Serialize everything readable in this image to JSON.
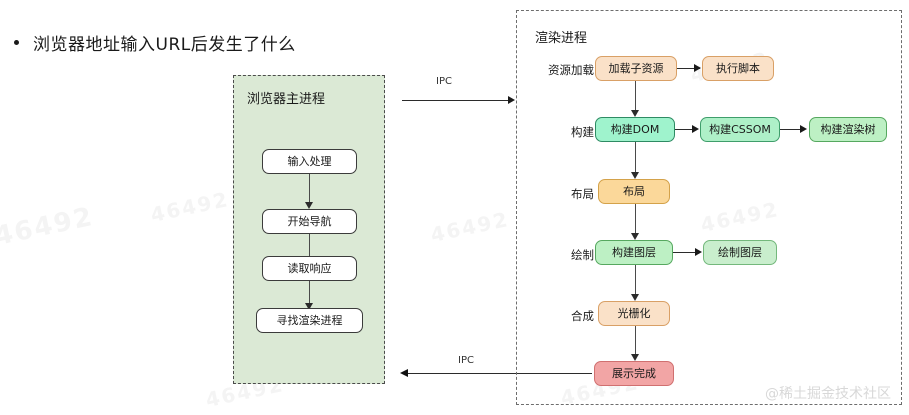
{
  "heading": {
    "bullet": "•",
    "text": "浏览器地址输入URL后发生了什么"
  },
  "browser_process": {
    "title": "浏览器主进程",
    "nodes": [
      {
        "label": "输入处理"
      },
      {
        "label": "开始导航"
      },
      {
        "label": "读取响应"
      },
      {
        "label": "寻找渲染进程"
      }
    ]
  },
  "render_process": {
    "title": "渲染进程",
    "rows": [
      {
        "label": "资源加载",
        "nodes": [
          "加载子资源",
          "执行脚本"
        ]
      },
      {
        "label": "构建",
        "nodes": [
          "构建DOM",
          "构建CSSOM",
          "构建渲染树"
        ]
      },
      {
        "label": "布局",
        "nodes": [
          "布局"
        ]
      },
      {
        "label": "绘制",
        "nodes": [
          "构建图层",
          "绘制图层"
        ]
      },
      {
        "label": "合成",
        "nodes": [
          "光栅化"
        ]
      }
    ],
    "final_node": "展示完成"
  },
  "connectors": {
    "ipc_top": "IPC",
    "ipc_bottom": "IPC"
  },
  "watermarks": {
    "number": "46492",
    "footer": "@稀土掘金技术社区"
  },
  "colors": {
    "panel_left_bg": "#dbe9d5",
    "peach": "#fae1c8",
    "mint": "#9ff3cd",
    "green": "#bdf0c4",
    "amber": "#fbd89a",
    "pink": "#f2a5a5"
  }
}
